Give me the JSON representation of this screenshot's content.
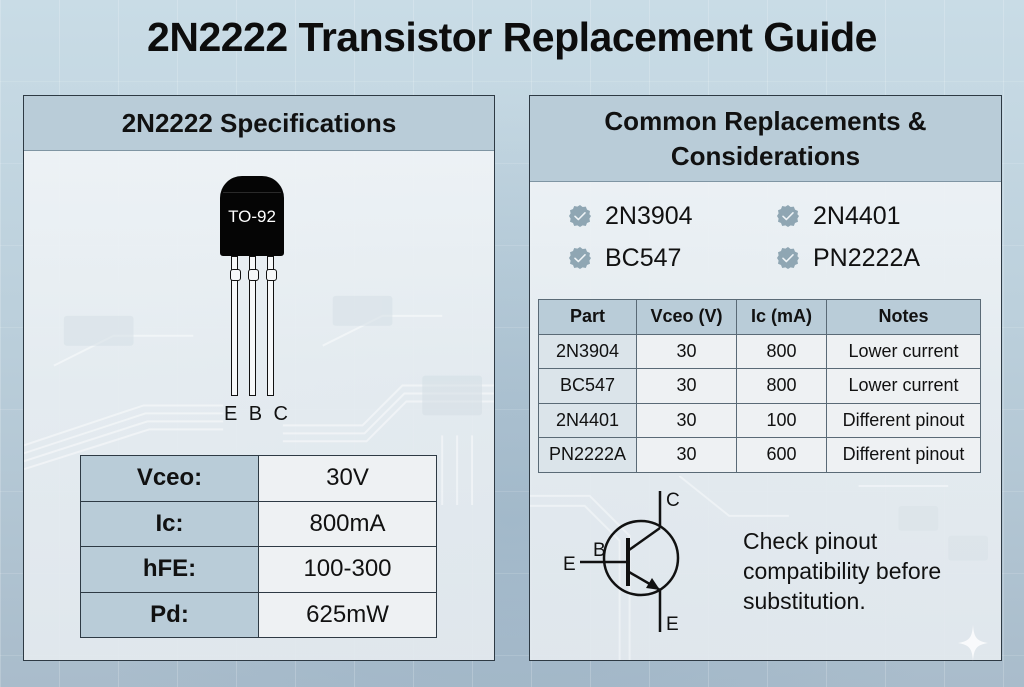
{
  "page": {
    "title": "2N2222 Transistor Replacement Guide"
  },
  "colors": {
    "header_fill": "#b9ccd8",
    "border": "#2e3a44",
    "cell_fill": "#eef1f3",
    "check_badge": "#8fa6b3",
    "package_body": "#050505"
  },
  "specs_panel": {
    "title": "2N2222 Specifications",
    "package": {
      "label": "TO-92",
      "pins": [
        "E",
        "B",
        "C"
      ]
    },
    "specs": [
      {
        "key": "Vceo:",
        "value": "30V"
      },
      {
        "key": "Ic:",
        "value": "800mA"
      },
      {
        "key": "hFE:",
        "value": "100-300"
      },
      {
        "key": "Pd:",
        "value": "625mW"
      }
    ]
  },
  "replacements_panel": {
    "title_line1": "Common Replacements &",
    "title_line2": "Considerations",
    "checklist": [
      {
        "label": "2N3904",
        "icon": "check-badge-icon"
      },
      {
        "label": "2N4401",
        "icon": "check-badge-icon"
      },
      {
        "label": "BC547",
        "icon": "check-badge-icon"
      },
      {
        "label": "PN2222A",
        "icon": "check-badge-icon"
      }
    ],
    "table": {
      "headers": [
        "Part",
        "Vceo (V)",
        "Ic (mA)",
        "Notes"
      ],
      "rows": [
        [
          "2N3904",
          "30",
          "800",
          "Lower current"
        ],
        [
          "BC547",
          "30",
          "800",
          "Lower current"
        ],
        [
          "2N4401",
          "30",
          "100",
          "Different pinout"
        ],
        [
          "PN2222A",
          "30",
          "600",
          "Different pinout"
        ]
      ]
    },
    "symbol": {
      "labels": {
        "collector": "C",
        "base": "B",
        "emitter": "E",
        "left_lead": "E"
      }
    },
    "note": "Check pinout compatibility before substitution."
  }
}
